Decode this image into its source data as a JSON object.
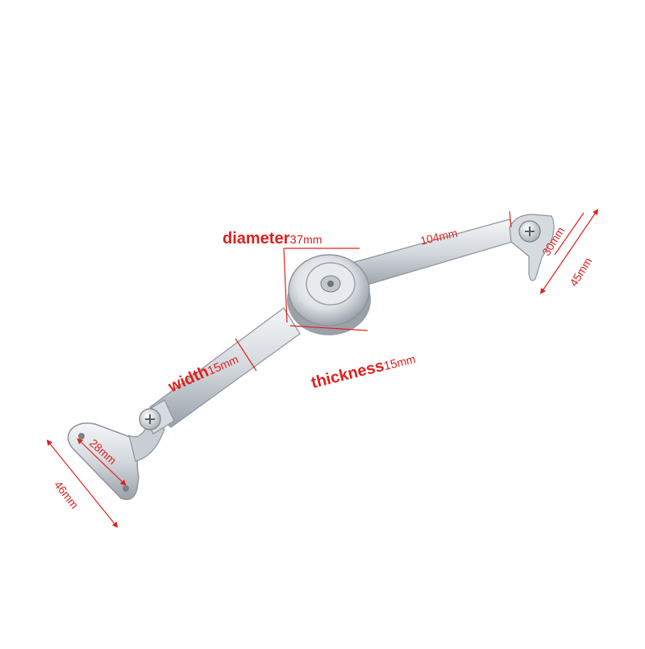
{
  "colors": {
    "annotation": "#e0201e",
    "metal_light": "#eceff2",
    "metal_mid": "#c3c8ce",
    "metal_dark": "#8d949c",
    "background": "#ffffff"
  },
  "icons": {
    "screw_top": "phillips-screw-icon",
    "screw_bottom": "phillips-screw-icon"
  },
  "labels": {
    "diameter_word": "diameter",
    "diameter_value": "37",
    "diameter_unit": "mm",
    "width_word": "width",
    "width_value": "15",
    "width_unit": "mm",
    "thickness_word": "thickness",
    "thickness_value": "15",
    "thickness_unit": "mm",
    "upper_arm_length": "104mm",
    "top_bracket_short": "30mm",
    "top_bracket_long": "45mm",
    "bottom_bracket_short": "28mm",
    "bottom_bracket_long": "46mm"
  }
}
